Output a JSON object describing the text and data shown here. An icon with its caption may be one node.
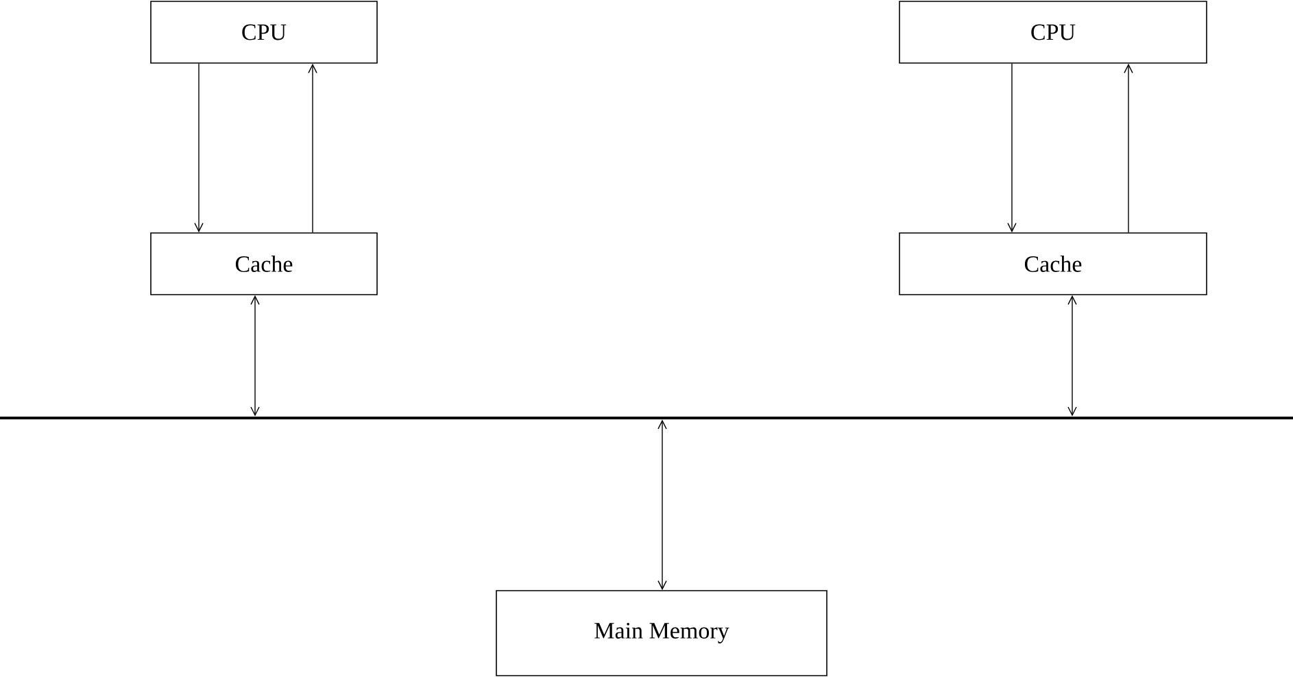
{
  "diagram": {
    "nodes": [
      {
        "text": [
          "CPU"
        ]
      },
      {
        "text": [
          "CPU"
        ]
      },
      {
        "text": [
          "Cache"
        ]
      },
      {
        "text": [
          "Cache"
        ]
      },
      {
        "text": [],
        "shape": "bar"
      },
      {
        "text": [
          "Main Memory"
        ]
      }
    ],
    "edges": [
      {
        "from": 0,
        "to": 2,
        "arrow": "to"
      },
      {
        "from": 2,
        "to": 0,
        "arrow": "to"
      },
      {
        "from": 1,
        "to": 3,
        "arrow": "to"
      },
      {
        "from": 3,
        "to": 1,
        "arrow": "to"
      },
      {
        "from": 2,
        "to": 4,
        "arrow": "both"
      },
      {
        "from": 3,
        "to": 4,
        "arrow": "both"
      },
      {
        "from": 4,
        "to": 5,
        "arrow": "both"
      }
    ]
  }
}
